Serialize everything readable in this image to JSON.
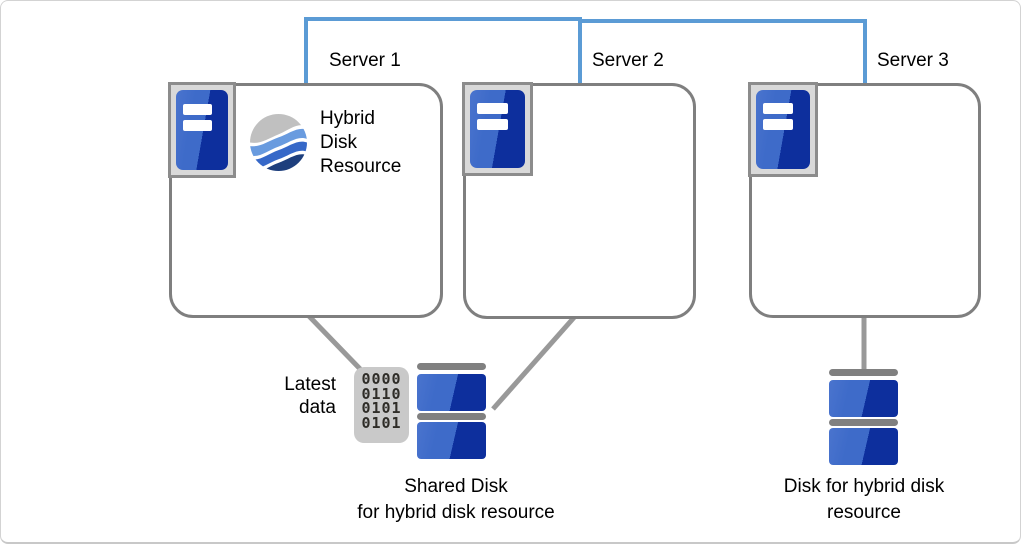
{
  "figure": {
    "servers": [
      {
        "label": "Server 1"
      },
      {
        "label": "Server 2"
      },
      {
        "label": "Server 3"
      }
    ],
    "hybrid_resource": {
      "lines": [
        "Hybrid",
        "Disk",
        "Resource"
      ]
    },
    "latest_data": {
      "lines": [
        "Latest",
        "data"
      ]
    },
    "binary_block": {
      "rows": [
        "0000",
        "0110",
        "0101",
        "0101"
      ]
    },
    "shared_disk_caption": {
      "lines": [
        "Shared Disk",
        "for hybrid disk resource"
      ]
    },
    "hybrid_disk_caption": {
      "lines": [
        "Disk for hybrid disk",
        "resource"
      ]
    }
  },
  "colors": {
    "network_line": "#5B9BD5",
    "box_border": "#7F7F7F",
    "connector_line": "#999999",
    "server_frame_fill": "#D9D9D9",
    "server_frame_border": "#8C8C8C",
    "server_blue": "#3E6BC9",
    "server_blue_dark": "#0D2F9D",
    "disk_cap_gray": "#808080",
    "swirl_gray": "#C0C0C0",
    "swirl_light_blue": "#699BDF",
    "swirl_mid_blue": "#3668C8",
    "swirl_dark_blue": "#1E3F7D",
    "binary_bg": "#C9C9C9",
    "binary_text": "#2F2D28",
    "label_text": "#000000"
  }
}
